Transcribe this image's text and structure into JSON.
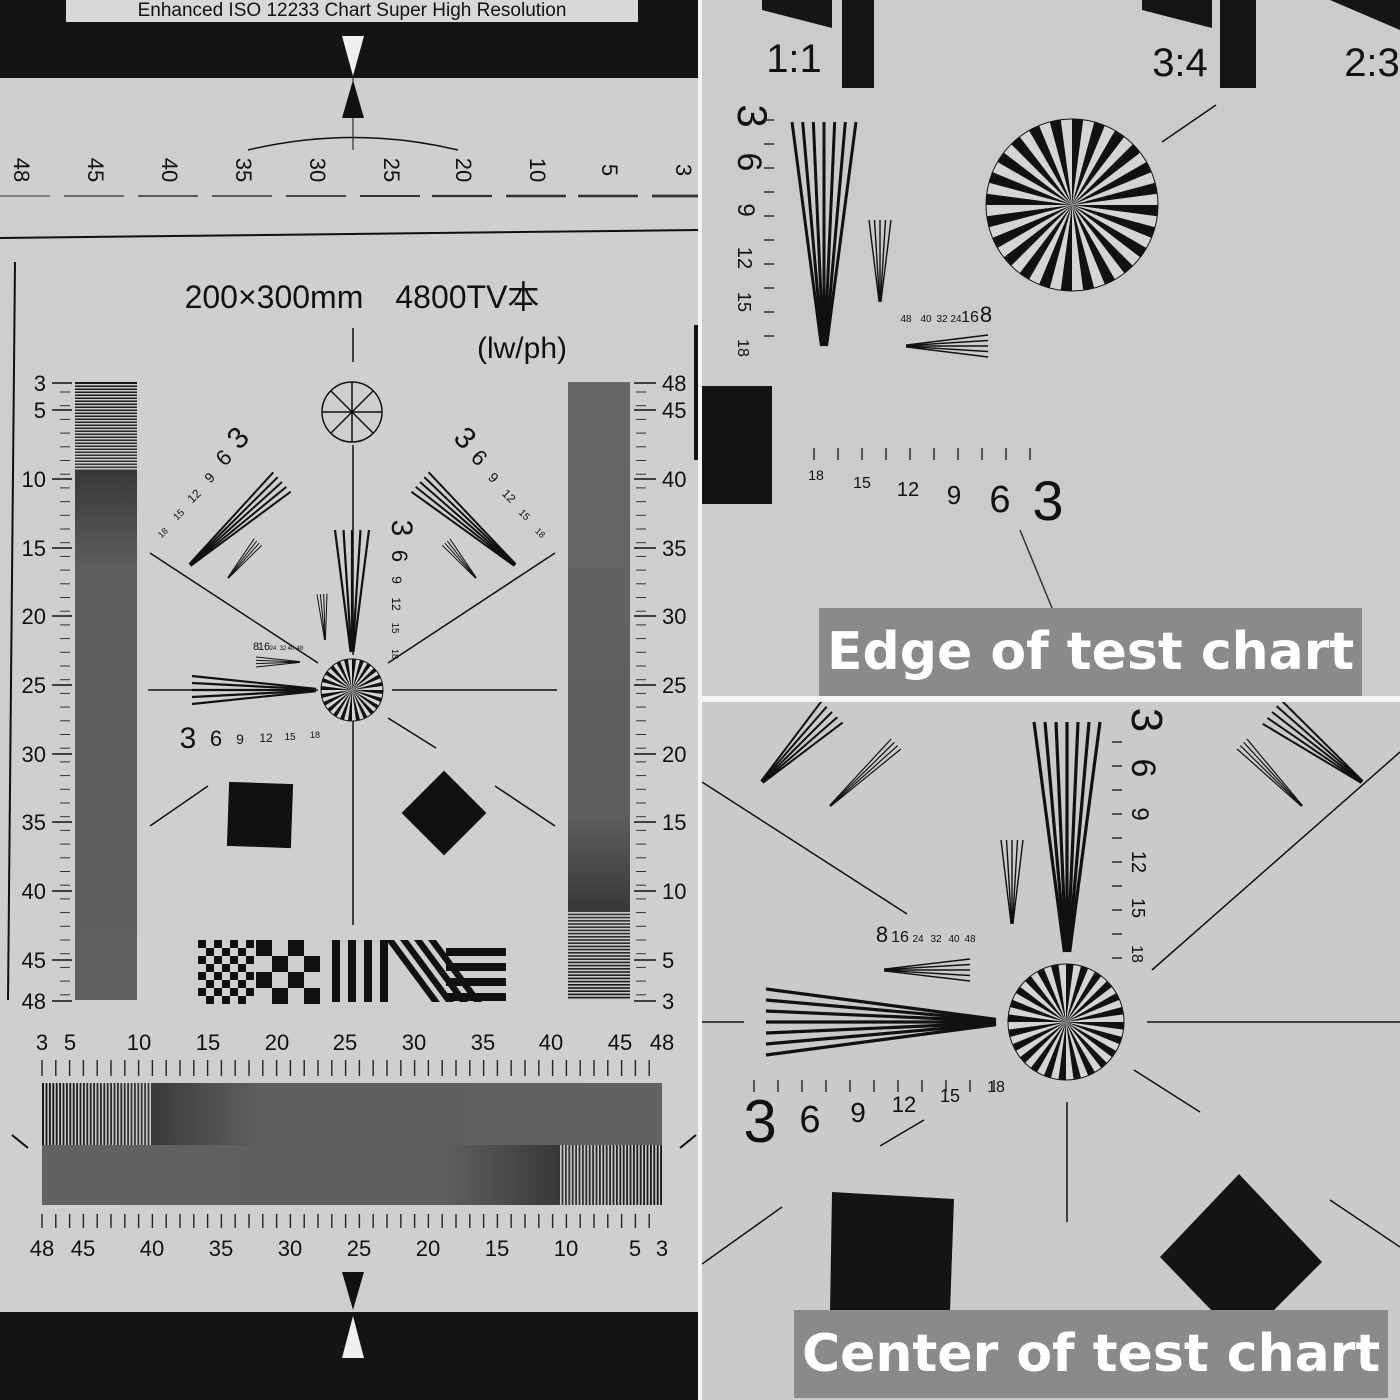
{
  "chart": {
    "header": "Enhanced ISO 12233 Chart Super High Resolution",
    "title": "200×300mm　4800TV本",
    "unit": "(lw/ph)",
    "top_scale": [
      "48",
      "45",
      "40",
      "35",
      "30",
      "25",
      "20",
      "10",
      "5",
      "3"
    ],
    "left_scale": [
      "3",
      "5",
      "10",
      "15",
      "20",
      "25",
      "30",
      "35",
      "40",
      "45",
      "48"
    ],
    "right_scale": [
      "48",
      "45",
      "40",
      "35",
      "30",
      "25",
      "20",
      "15",
      "10",
      "5",
      "3"
    ],
    "bottom_scale_top": [
      "3",
      "5",
      "10",
      "15",
      "20",
      "25",
      "30",
      "35",
      "40",
      "45",
      "48"
    ],
    "bottom_scale_bottom": [
      "48",
      "45",
      "40",
      "35",
      "30",
      "25",
      "20",
      "15",
      "10",
      "5",
      "3"
    ],
    "wedge_labels_big": [
      "3",
      "6",
      "9",
      "12",
      "15",
      "18"
    ],
    "wedge_labels_small": [
      "8",
      "16",
      "24",
      "32",
      "40",
      "48"
    ]
  },
  "edge_panel": {
    "ratios": [
      "1:1",
      "3:4",
      "2:3"
    ],
    "caption": "Edge of test chart"
  },
  "center_panel": {
    "caption": "Center of test chart"
  }
}
